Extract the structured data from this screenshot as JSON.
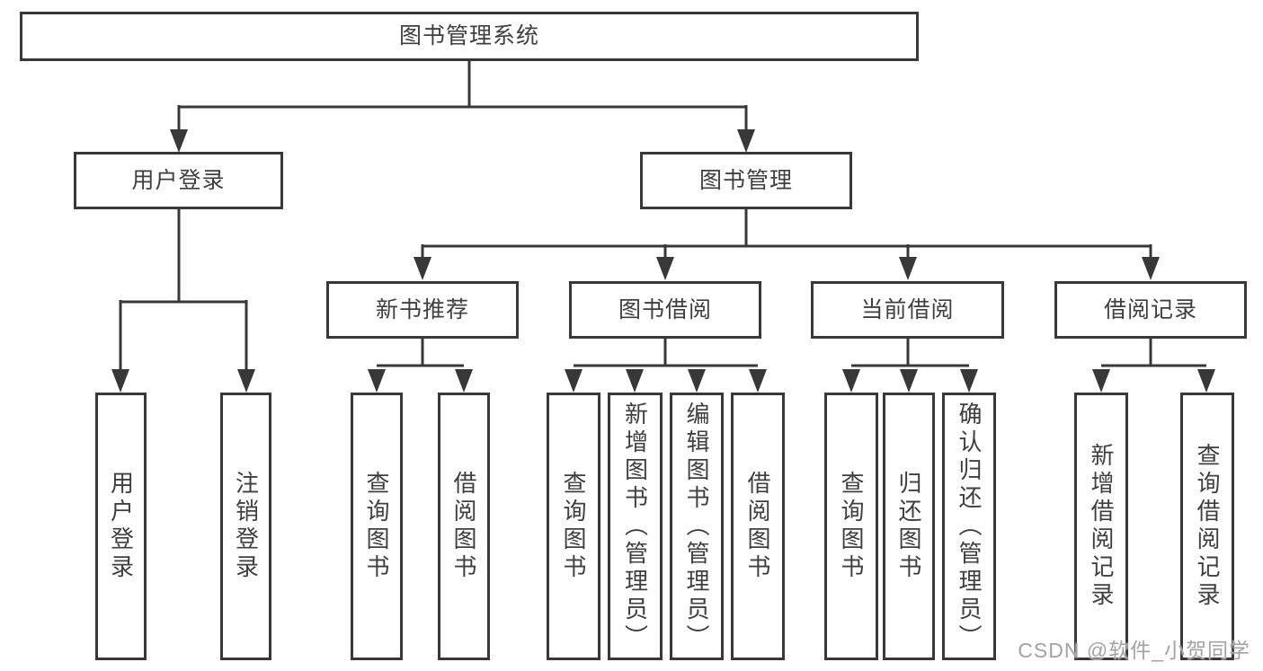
{
  "tree": {
    "root": "图书管理系统",
    "branches": [
      {
        "label": "用户登录",
        "leaves": [
          "用户登录",
          "注销登录"
        ]
      },
      {
        "label": "图书管理",
        "groups": [
          {
            "label": "新书推荐",
            "leaves": [
              "查询图书",
              "借阅图书"
            ]
          },
          {
            "label": "图书借阅",
            "leaves": [
              "查询图书",
              "新增图书（管理员）",
              "编辑图书（管理员）",
              "借阅图书"
            ]
          },
          {
            "label": "当前借阅",
            "leaves": [
              "查询图书",
              "归还图书",
              "确认归还（管理员）"
            ]
          },
          {
            "label": "借阅记录",
            "leaves": [
              "新增借阅记录",
              "查询借阅记录"
            ]
          }
        ]
      }
    ]
  },
  "watermark": "CSDN @软件_小贺同学",
  "colors": {
    "line": "#383838",
    "text": "#3f3f3f",
    "boxBg": "#ffffff",
    "watermark": "#a3a3a3",
    "background": "#ffffff"
  }
}
